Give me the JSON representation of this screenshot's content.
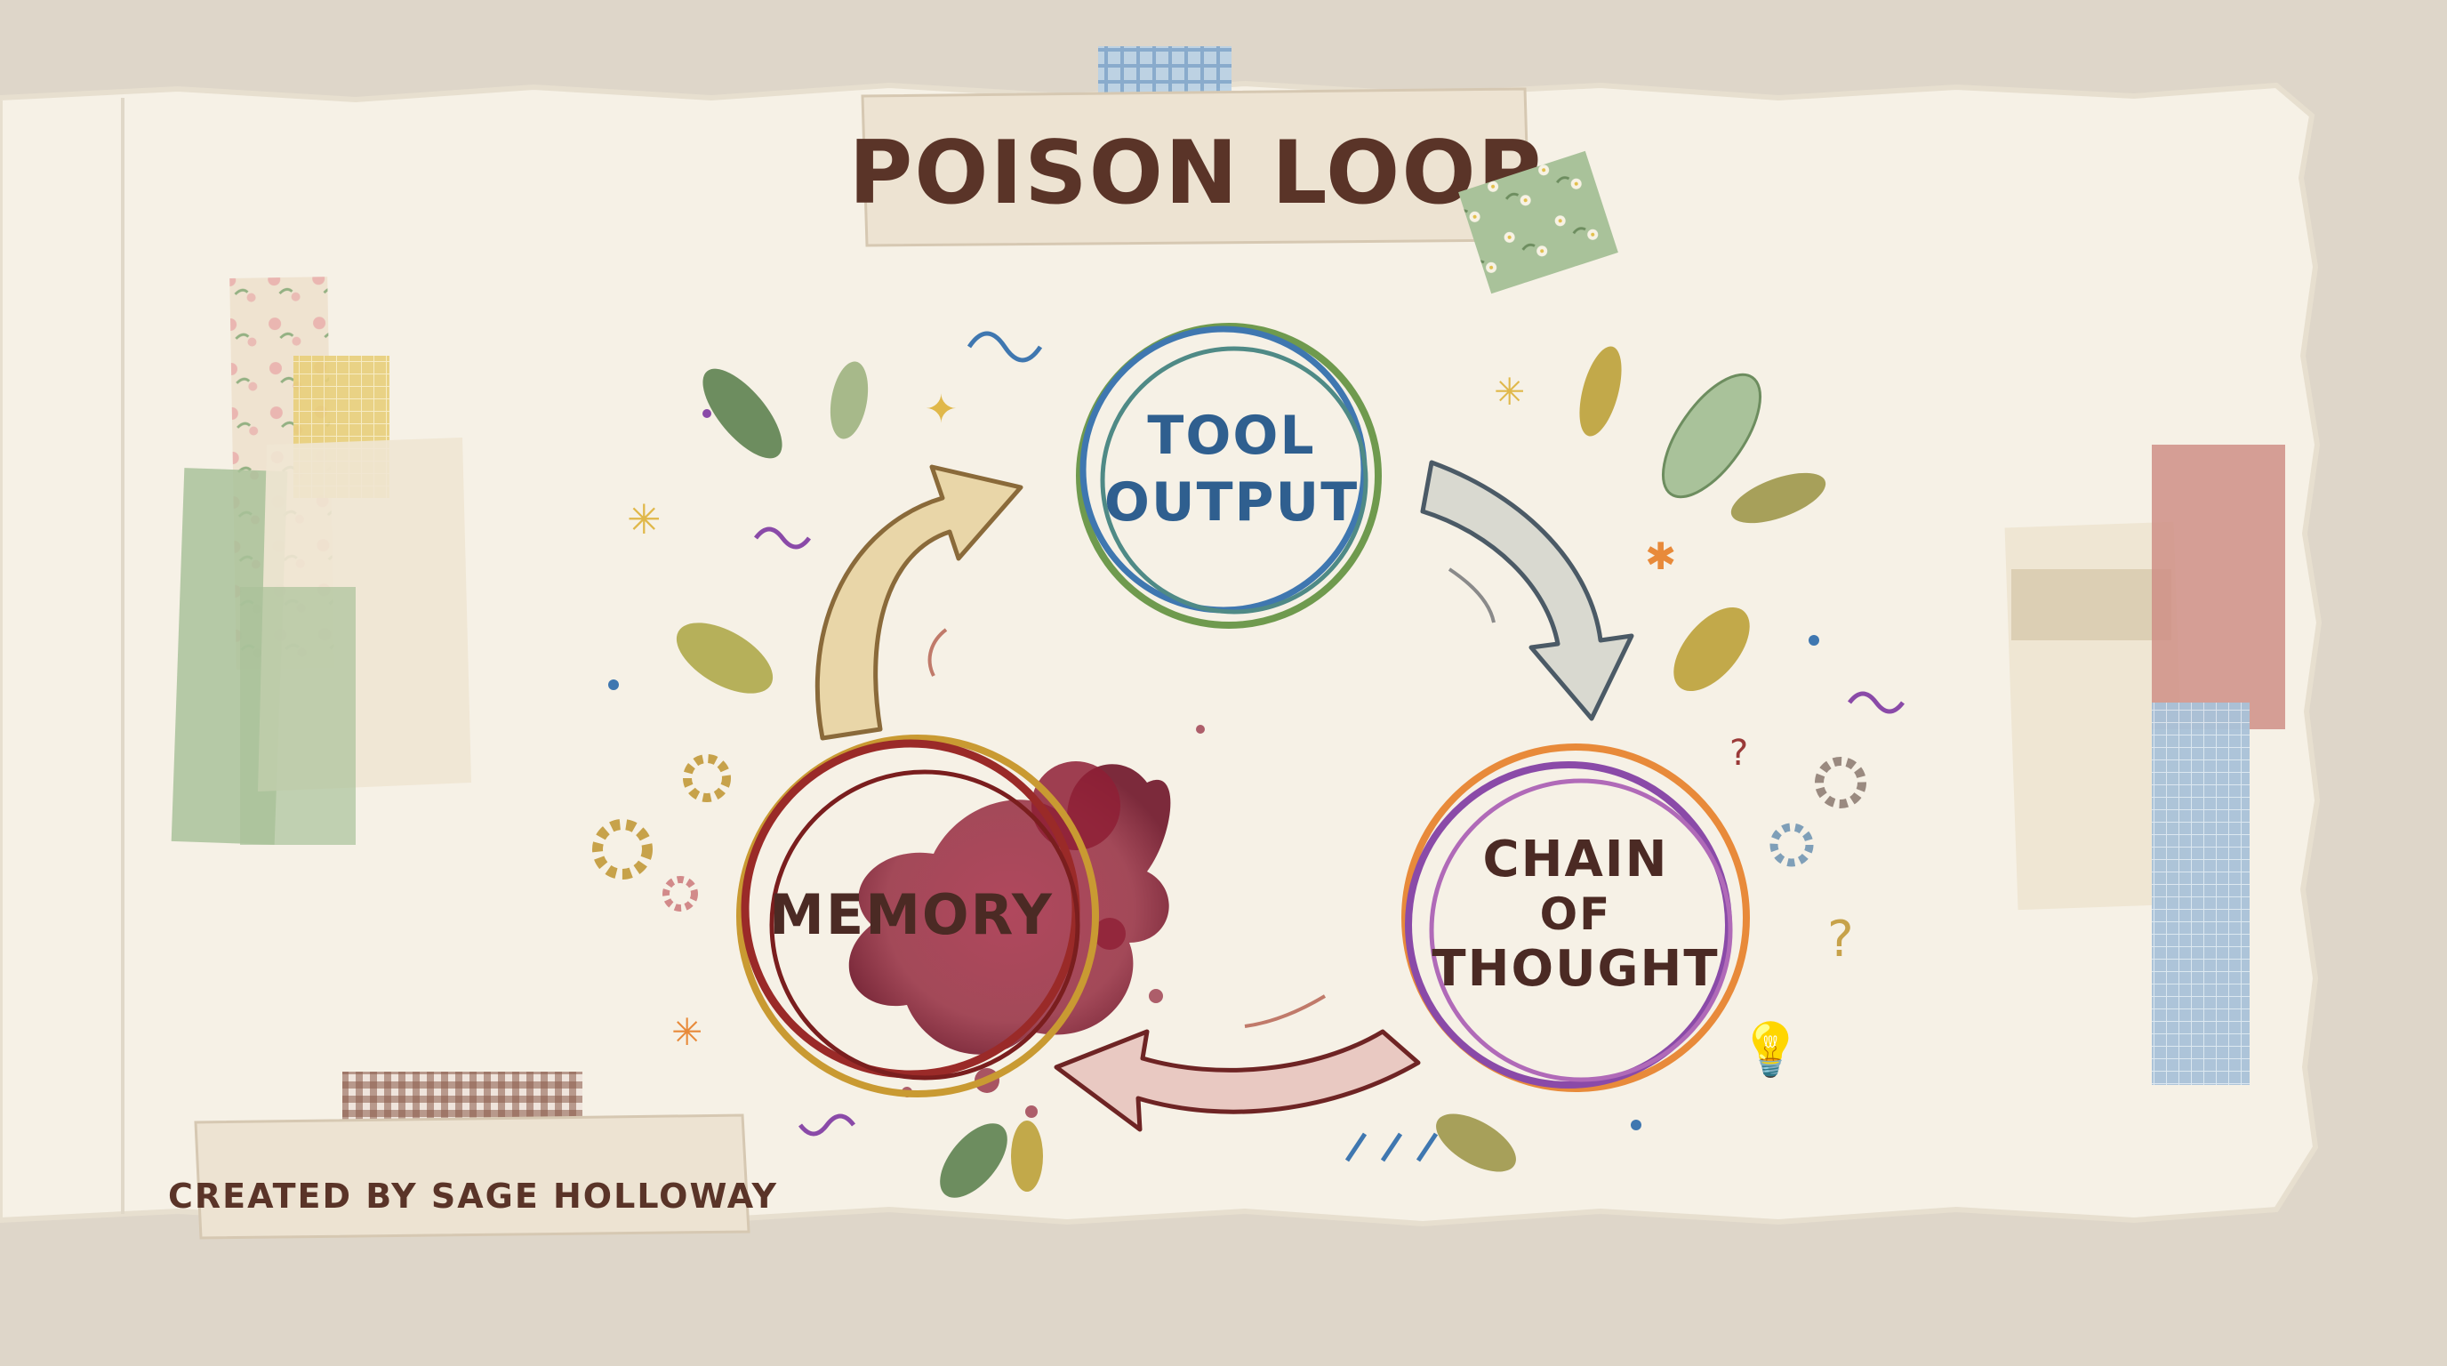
{
  "diagram": {
    "title": "POISON LOOP",
    "credit": "CREATED BY SAGE HOLLOWAY",
    "nodes": [
      {
        "id": "tool_output",
        "lines": [
          "TOOL",
          "OUTPUT"
        ],
        "ring_colors": [
          "#6f9a4e",
          "#3f77b0",
          "#4f8a86"
        ]
      },
      {
        "id": "chain_of_thought",
        "lines": [
          "CHAIN",
          "OF",
          "THOUGHT"
        ],
        "ring_colors": [
          "#e88a3a",
          "#8a4aa8",
          "#b06ab8"
        ]
      },
      {
        "id": "memory",
        "lines": [
          "MEMORY"
        ],
        "ring_colors": [
          "#9a2a28",
          "#c99a32",
          "#7a1e1e"
        ]
      }
    ],
    "edges": [
      {
        "from": "memory",
        "to": "tool_output",
        "color": "#c9a864"
      },
      {
        "from": "tool_output",
        "to": "chain_of_thought",
        "color": "#4b5a66"
      },
      {
        "from": "chain_of_thought",
        "to": "memory",
        "color": "#9a3a38"
      }
    ],
    "colors": {
      "paper": "#f6f1e6",
      "background": "#ded6c9",
      "ink": "#5a3428",
      "stain": "#8e1f35"
    }
  }
}
